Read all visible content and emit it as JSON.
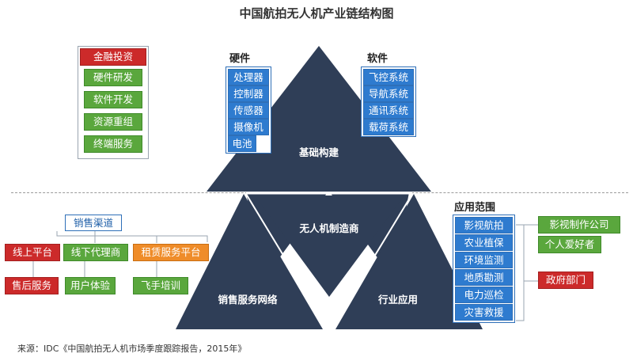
{
  "title": "中国航拍无人机产业链结构图",
  "colors": {
    "triangle": "#2f3e57",
    "blue": "#2e7bcf",
    "green": "#5aa73d",
    "red": "#cc2a2a",
    "orange": "#ef8c29"
  },
  "triangle": {
    "top_label": "基础构建",
    "center_label": "无人机制造商",
    "left_label": "销售服务网络",
    "right_label": "行业应用"
  },
  "finance": {
    "header": "金融投资",
    "items": [
      "硬件研发",
      "软件开发",
      "资源重组",
      "终端服务"
    ]
  },
  "hardware": {
    "heading": "硬件",
    "items": [
      "处理器",
      "控制器",
      "传感器",
      "摄像机",
      "电池"
    ]
  },
  "software": {
    "heading": "软件",
    "items": [
      "飞控系统",
      "导航系统",
      "通讯系统",
      "载荷系统"
    ]
  },
  "sales": {
    "header": "销售渠道",
    "channels": [
      "线上平台",
      "线下代理商",
      "租赁服务平台"
    ],
    "services": [
      "售后服务",
      "用户体验",
      "飞手培训"
    ]
  },
  "application": {
    "heading": "应用范围",
    "items": [
      "影视航拍",
      "农业植保",
      "环境监测",
      "地质勘测",
      "电力巡检",
      "灾害救援"
    ],
    "users_green": [
      "影视制作公司",
      "个人爱好者"
    ],
    "users_red": "政府部门"
  },
  "source": "来源：IDC《中国航拍无人机市场季度跟踪报告，2015年》"
}
